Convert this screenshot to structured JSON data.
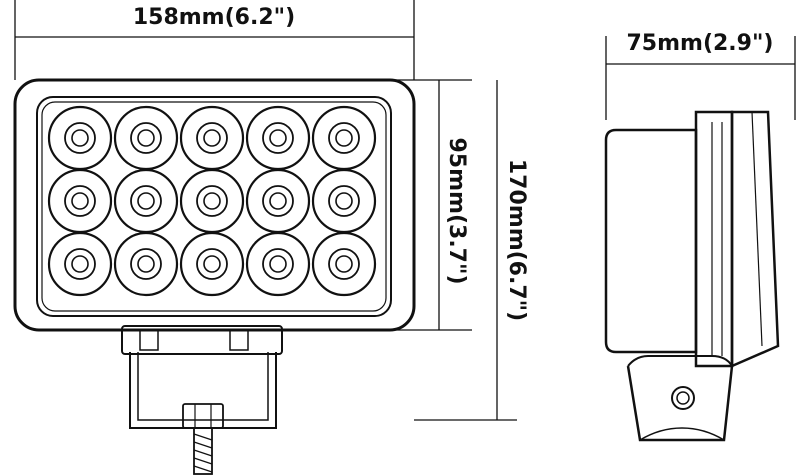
{
  "dimensions": {
    "width_label": "158mm(6.2\")",
    "depth_label": "75mm(2.9\")",
    "lens_height_label": "95mm(3.7\")",
    "total_height_label": "170mm(6.7\")"
  },
  "led_grid": {
    "rows": 3,
    "columns": 5
  },
  "colors": {
    "line": "#111111",
    "background": "#ffffff"
  }
}
